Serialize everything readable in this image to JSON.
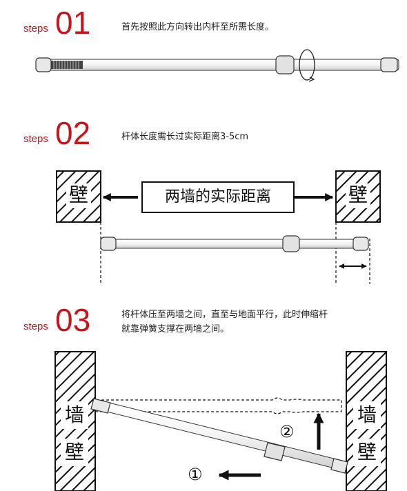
{
  "step1": {
    "word": "steps",
    "number": "01",
    "text": "首先按照此方向转出内杆至所需长度。"
  },
  "step2": {
    "word": "steps",
    "number": "02",
    "text": "杆体长度需长过实际距离3-5cm",
    "wall_left": "壁",
    "wall_right": "壁",
    "distance_label": "两墙的实际距离"
  },
  "step3": {
    "word": "steps",
    "number": "03",
    "text_line1": "将杆体压至两墙之间，直至与地面平行，此时伸缩杆",
    "text_line2": "就靠弹簧支撑在两墙之间。",
    "wall_left_top": "墙",
    "wall_left_bottom": "壁",
    "wall_right_top": "墙",
    "wall_right_bottom": "壁",
    "marker_1": "①",
    "marker_2": "②"
  }
}
